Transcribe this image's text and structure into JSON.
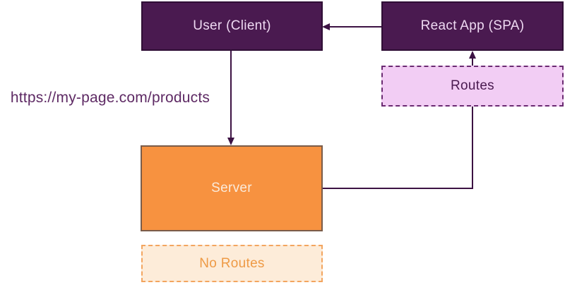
{
  "diagram": {
    "title": "SPA routing flow diagram",
    "url_label": "https://my-page.com/products",
    "nodes": {
      "user_client": {
        "label": "User (Client)",
        "style": "solid",
        "fill": "#4a1a50",
        "text_color": "#eed9f2"
      },
      "react_app": {
        "label": "React App (SPA)",
        "style": "solid",
        "fill": "#4a1a50",
        "text_color": "#eed9f2"
      },
      "routes": {
        "label": "Routes",
        "style": "dashed",
        "fill": "#f2cdf4",
        "border": "#6b2a72",
        "text_color": "#4a1a50"
      },
      "server": {
        "label": "Server",
        "style": "solid",
        "fill": "#f79240",
        "border": "#7a5c49",
        "text_color": "#faeada"
      },
      "no_routes": {
        "label": "No Routes",
        "style": "dashed",
        "fill": "#fdecd9",
        "border": "#f3a55f",
        "text_color": "#ee9a45"
      }
    },
    "edges": [
      {
        "from": "react_app",
        "to": "user_client",
        "shape": "straight",
        "arrow_direction": "left"
      },
      {
        "from": "user_client",
        "to": "server",
        "shape": "straight",
        "arrow_direction": "down",
        "nearby_label": "https://my-page.com/products"
      },
      {
        "from": "server",
        "to": "react_app",
        "shape": "elbow-right-then-up",
        "arrow_direction": "up",
        "passes_behind": "routes"
      }
    ],
    "colors": {
      "background": "#ffffff",
      "connector": "#3c1243",
      "url_text": "#5e2a64",
      "solid_node_border": "#2f0e35"
    }
  }
}
